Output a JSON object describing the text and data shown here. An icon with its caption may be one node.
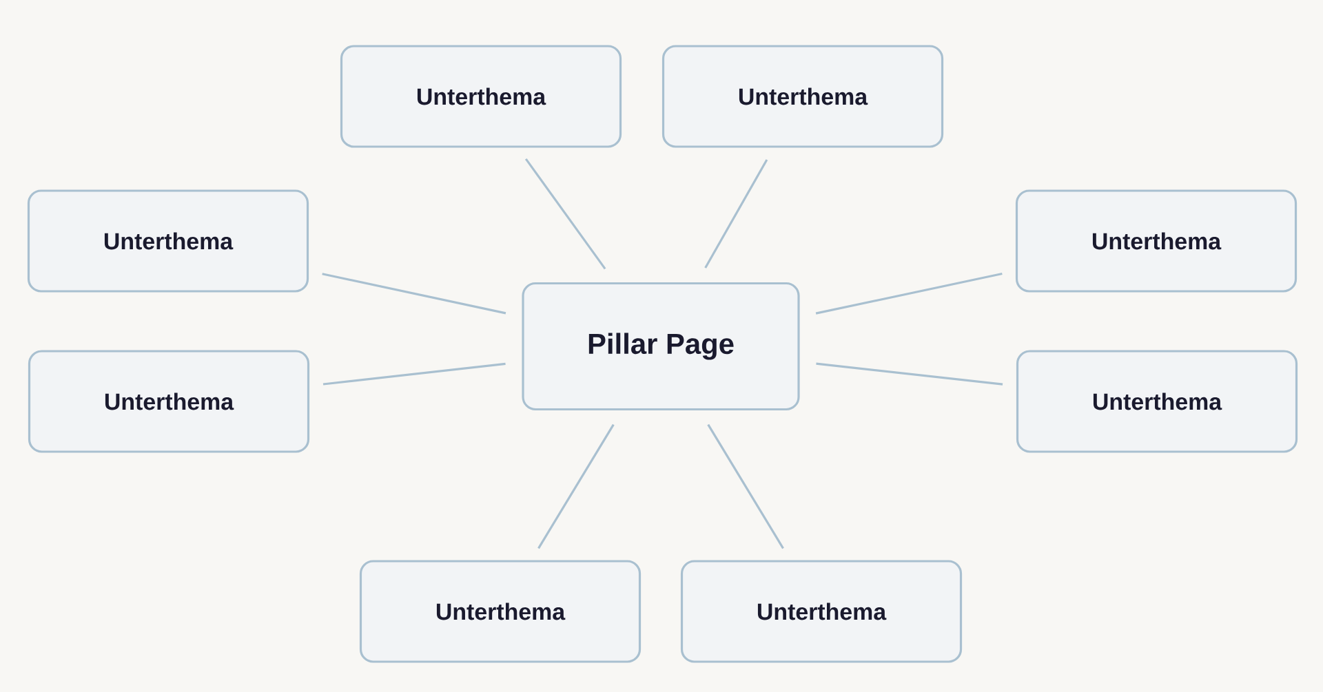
{
  "diagram": {
    "nodes": [
      {
        "text": [
          "Pillar Page"
        ]
      },
      {
        "text": [
          "Unterthema"
        ]
      },
      {
        "text": [
          "Unterthema"
        ]
      },
      {
        "text": [
          "Unterthema"
        ]
      },
      {
        "text": [
          "Unterthema"
        ]
      },
      {
        "text": [
          "Unterthema"
        ]
      },
      {
        "text": [
          "Unterthema"
        ]
      },
      {
        "text": [
          "Unterthema"
        ]
      },
      {
        "text": [
          "Unterthema"
        ]
      }
    ],
    "edges": [
      {
        "from": 0,
        "to": 1,
        "arrow": "none"
      },
      {
        "from": 0,
        "to": 2,
        "arrow": "none"
      },
      {
        "from": 0,
        "to": 3,
        "arrow": "none"
      },
      {
        "from": 0,
        "to": 4,
        "arrow": "none"
      },
      {
        "from": 0,
        "to": 5,
        "arrow": "none"
      },
      {
        "from": 0,
        "to": 6,
        "arrow": "none"
      },
      {
        "from": 0,
        "to": 7,
        "arrow": "none"
      },
      {
        "from": 0,
        "to": 8,
        "arrow": "none"
      }
    ]
  }
}
